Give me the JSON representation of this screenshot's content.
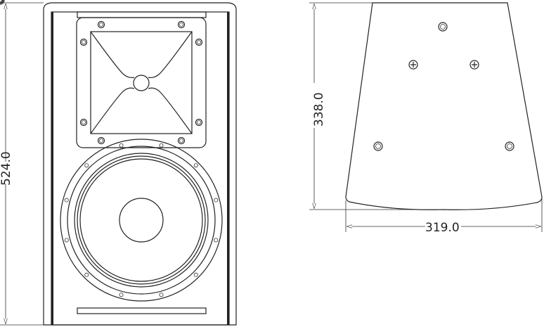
{
  "drawing": {
    "front_view": {
      "height_dimension": "524.0"
    },
    "side_view": {
      "depth_dimension": "338.0",
      "width_dimension": "319.0"
    },
    "colors": {
      "line": "#222222",
      "background": "#ffffff"
    }
  }
}
